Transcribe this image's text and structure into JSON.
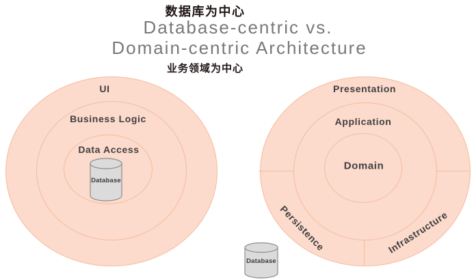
{
  "annotations": {
    "top_cn": "数据库为中心",
    "bottom_cn": "业务领域为中心"
  },
  "title": {
    "line1": "Database-centric vs.",
    "line2": "Domain-centric Architecture"
  },
  "database_centric": {
    "layers": [
      "UI",
      "Business Logic",
      "Data Access"
    ],
    "database_label": "Database"
  },
  "domain_centric": {
    "layers": [
      "Presentation",
      "Application",
      "Domain"
    ],
    "outer_sectors": [
      "Persistence",
      "Infrastructure"
    ],
    "database_label": "Database"
  },
  "colors": {
    "circle_fill": "#fcdacc",
    "circle_stroke": "#f4bd9e",
    "label_text": "#404040",
    "title_text": "#787878",
    "annotation_text": "#201515",
    "cylinder_fill": "#dbdbdb",
    "cylinder_stroke": "#8c8c8c"
  }
}
